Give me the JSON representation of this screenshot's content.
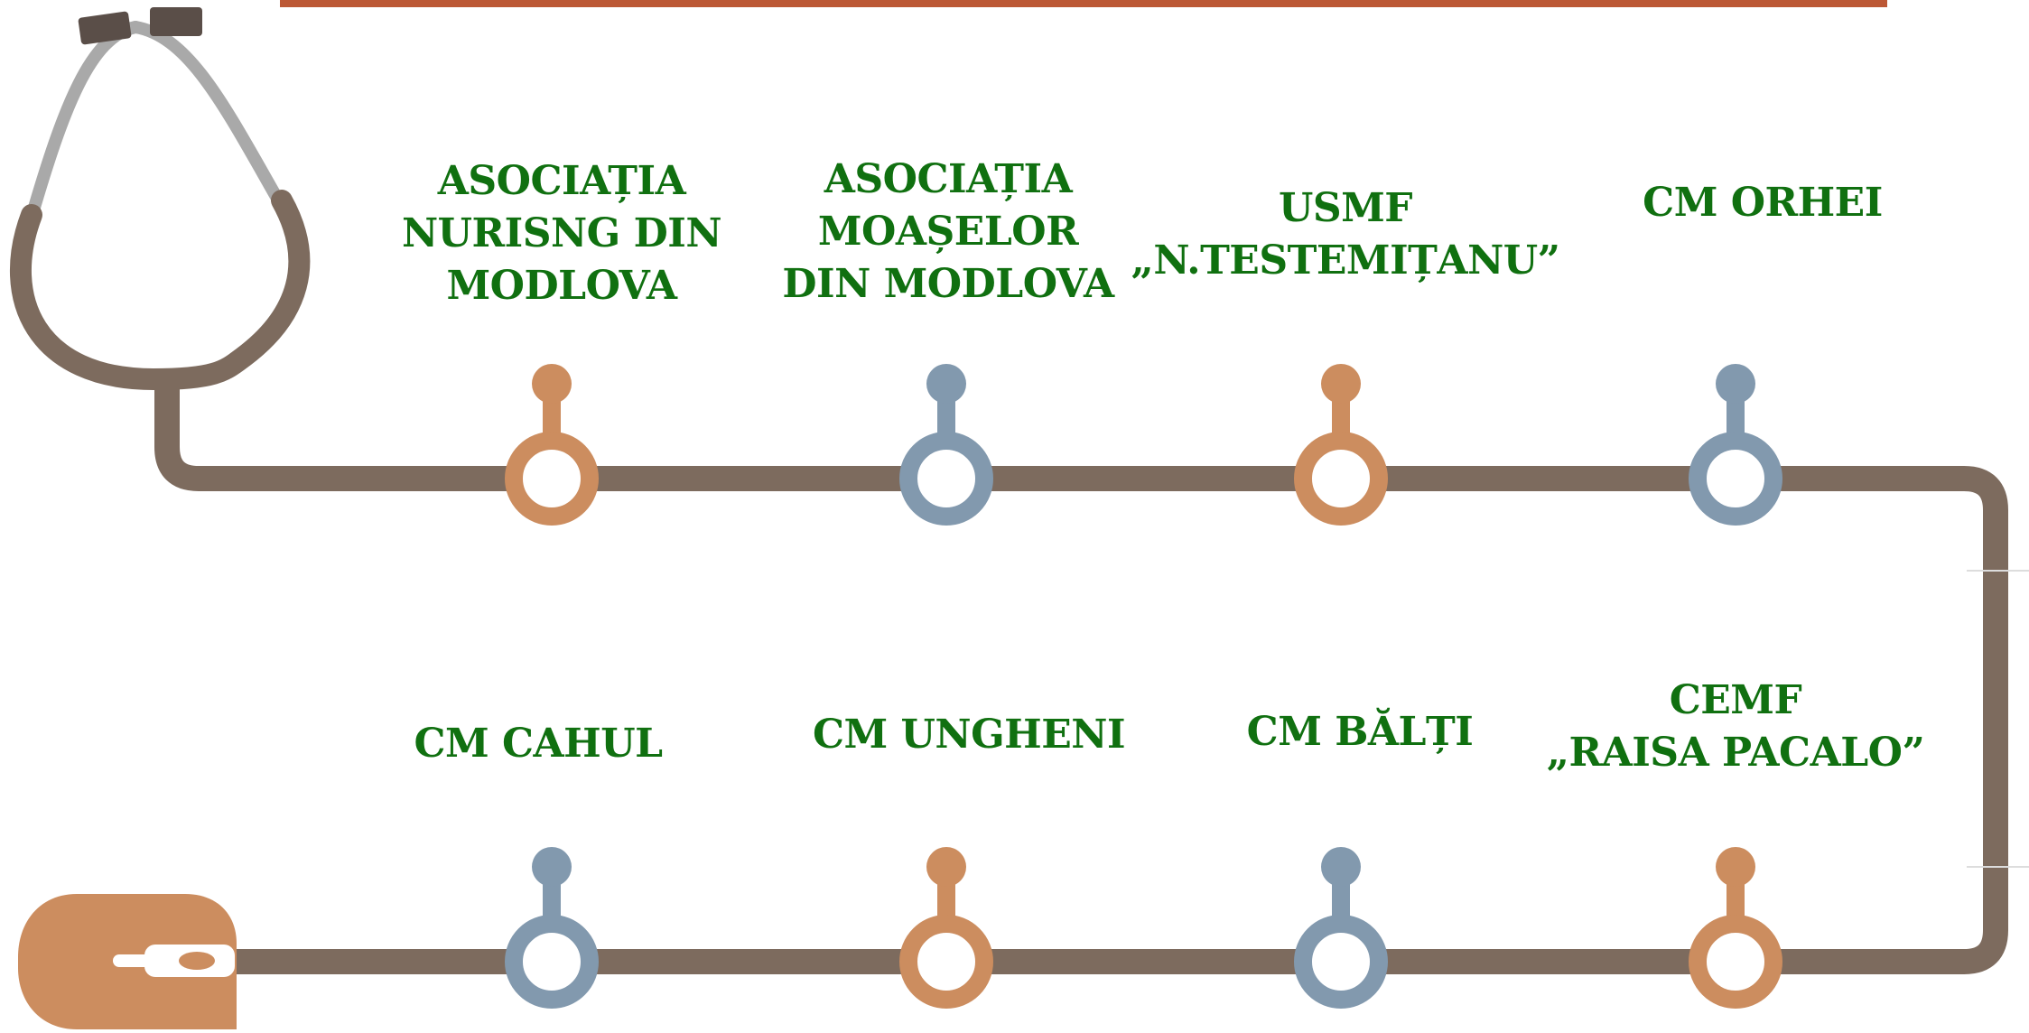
{
  "colors": {
    "tube": "#7d6b5e",
    "tube_light": "#a9a9a9",
    "earpiece": "#5a4e48",
    "orange": "#cc8d5f",
    "blue": "#8299ae",
    "label": "#107010",
    "title": "#b5461f"
  },
  "icons": {
    "stethoscope": "stethoscope-icon",
    "chestpiece": "chestpiece-icon",
    "node": "pin-icon"
  },
  "nodes": [
    {
      "lines": [
        "ASOCIAȚIA",
        "NURISNG DIN",
        "MODLOVA"
      ],
      "color": "orange"
    },
    {
      "lines": [
        "ASOCIAȚIA",
        "MOAȘELOR",
        "DIN MODLOVA"
      ],
      "color": "blue"
    },
    {
      "lines": [
        "USMF",
        "„N.TESTEMIȚANU”"
      ],
      "color": "orange"
    },
    {
      "lines": [
        "CM ORHEI"
      ],
      "color": "blue"
    },
    {
      "lines": [
        "CM CAHUL"
      ],
      "color": "blue"
    },
    {
      "lines": [
        "CM UNGHENI"
      ],
      "color": "orange"
    },
    {
      "lines": [
        "CM BĂLȚI"
      ],
      "color": "blue"
    },
    {
      "lines": [
        "CEMF",
        "„RAISA PACALO”"
      ],
      "color": "orange"
    }
  ]
}
